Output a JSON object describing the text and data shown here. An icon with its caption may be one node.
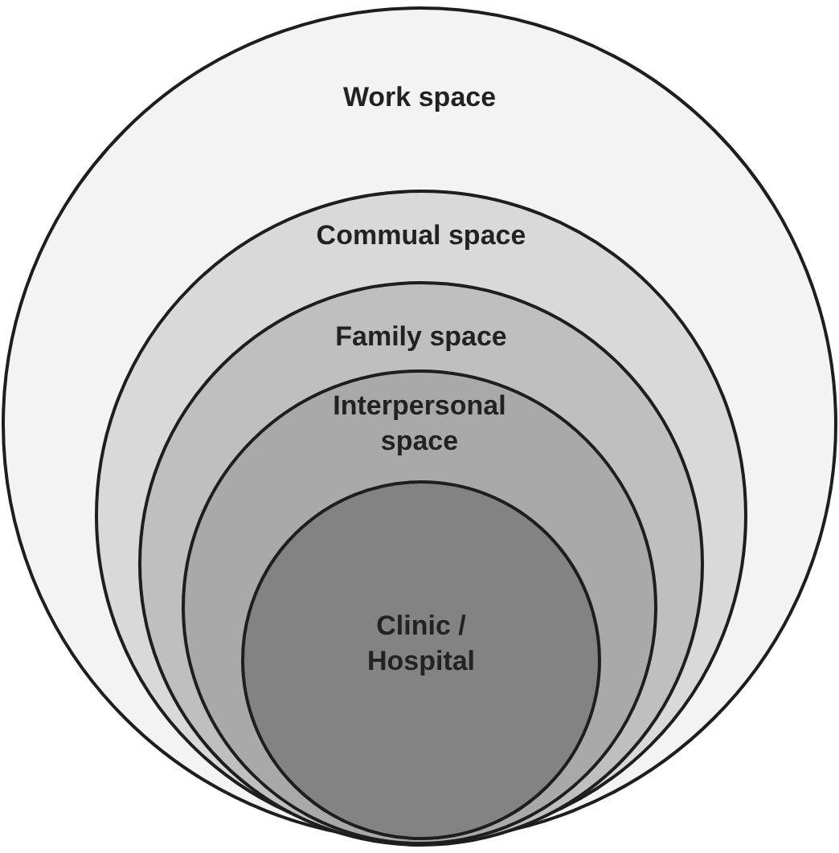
{
  "diagram": {
    "nodes": [
      {
        "text": [
          "Work space"
        ]
      },
      {
        "text": [
          "Commual space"
        ],
        "in": 0
      },
      {
        "text": [
          "Family space"
        ],
        "in": 1
      },
      {
        "text": [
          "Interpersonal space"
        ],
        "in": 2
      },
      {
        "text": [
          "Clinic / Hospital"
        ],
        "in": 3
      }
    ]
  }
}
